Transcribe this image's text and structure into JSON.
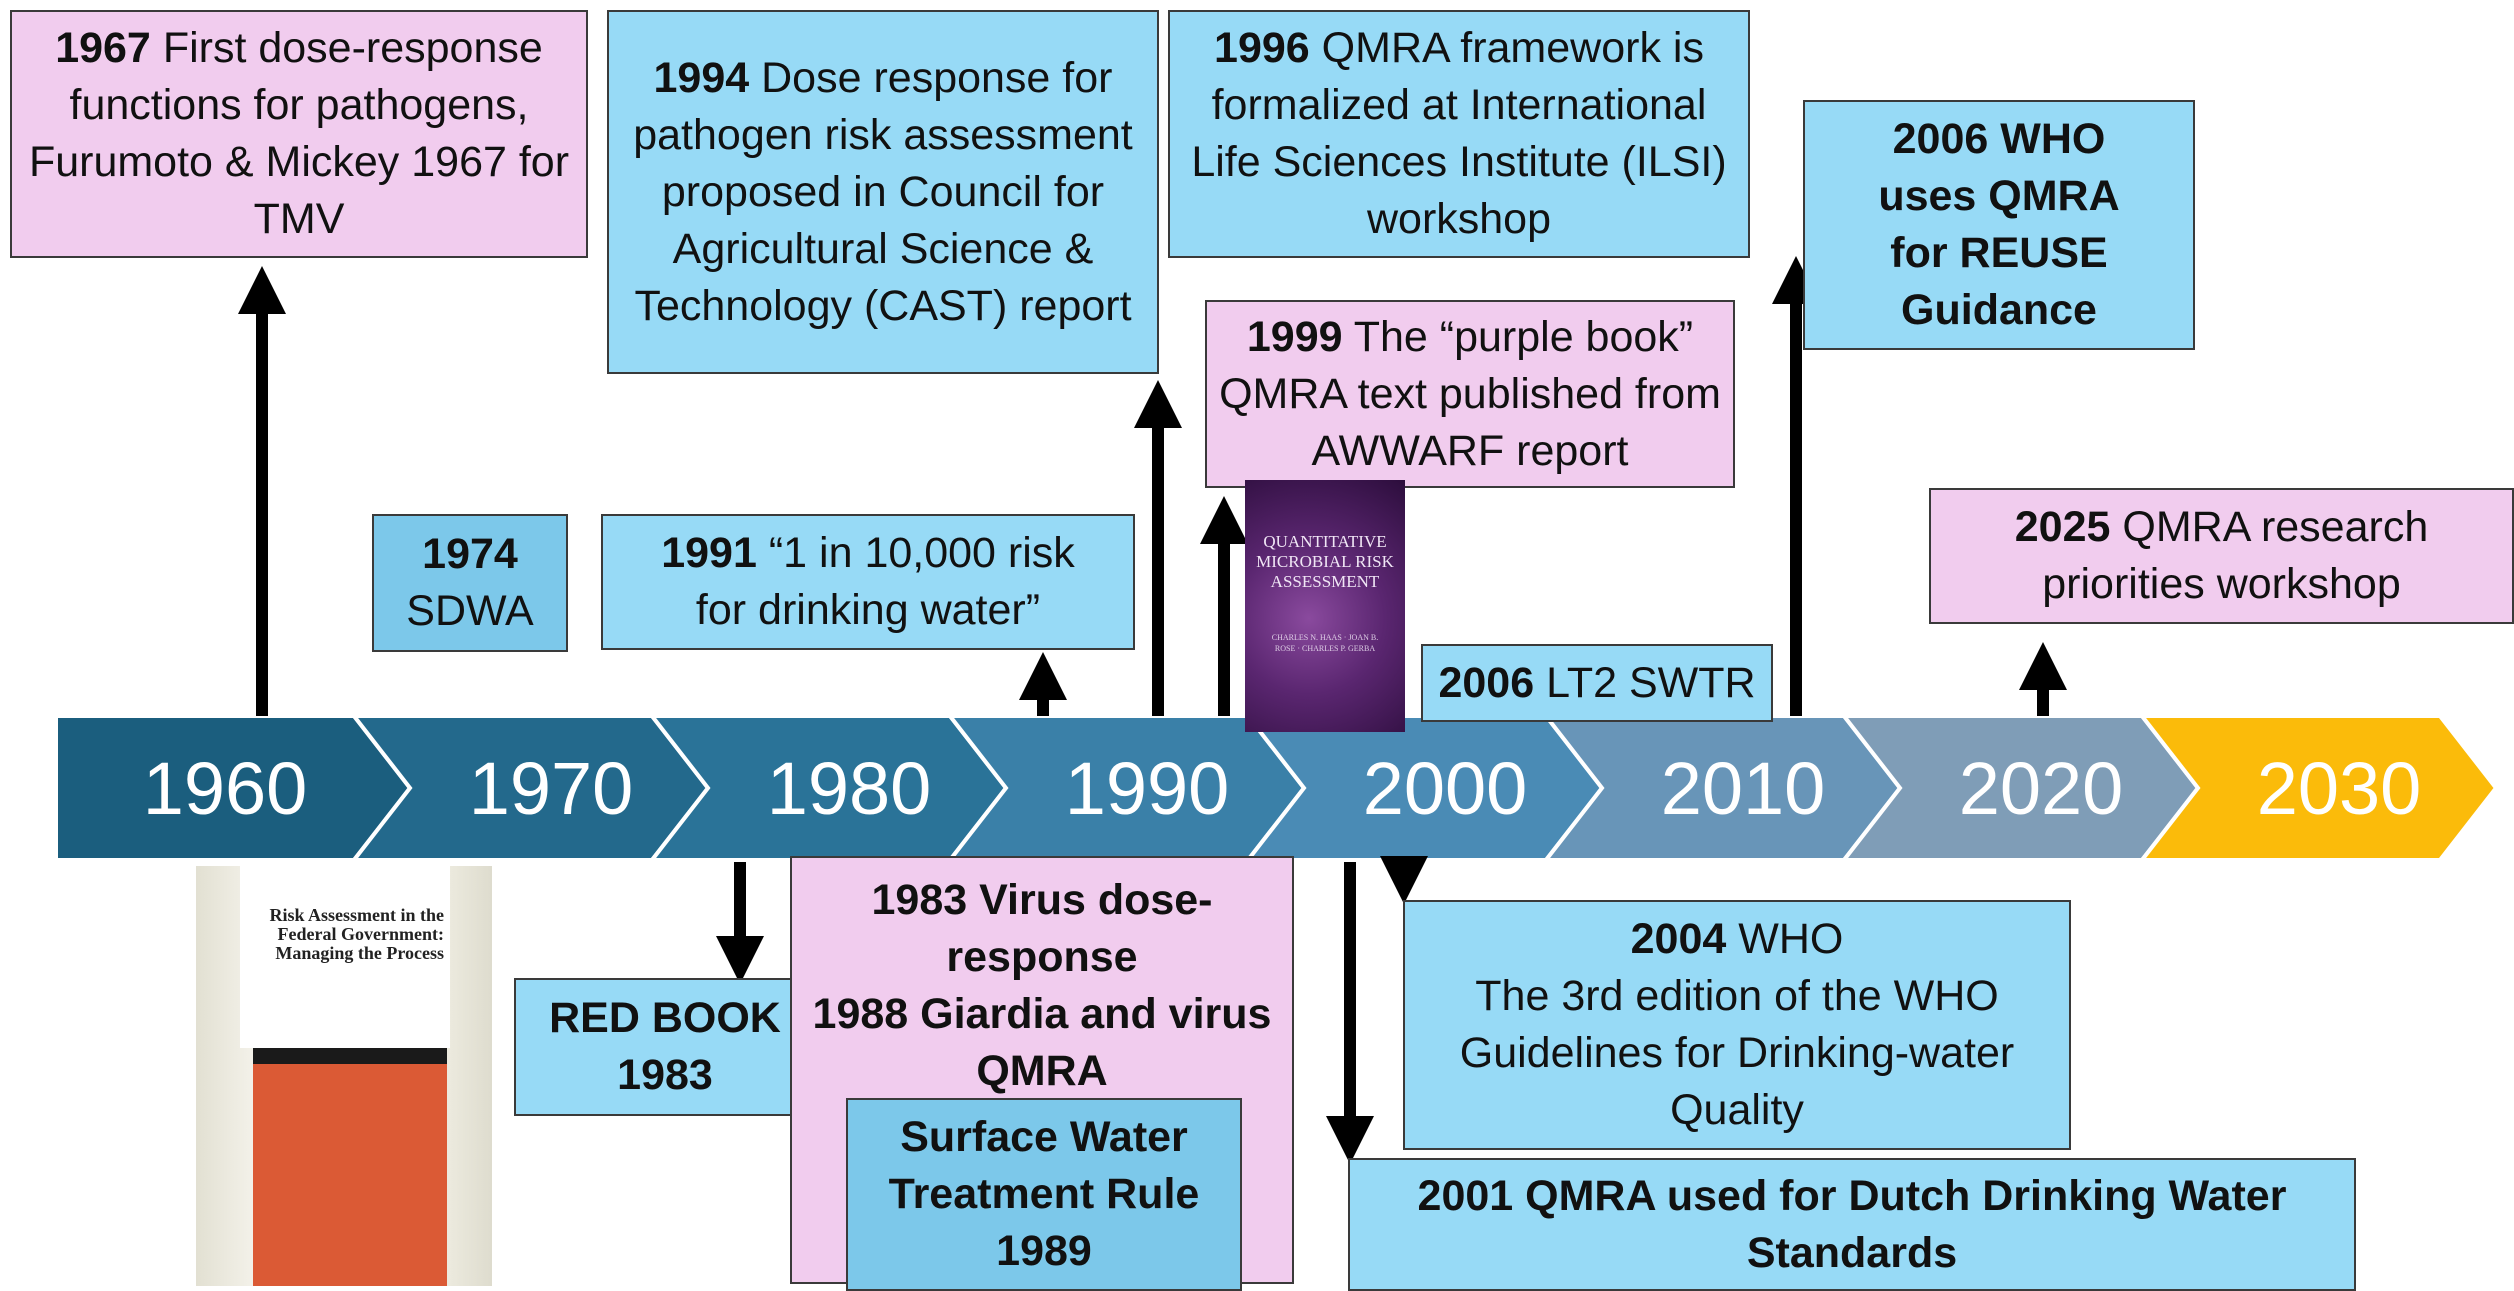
{
  "decades": [
    "1960",
    "1970",
    "1980",
    "1990",
    "2000",
    "2010",
    "2020",
    "2030"
  ],
  "colors": {
    "segments": [
      "#1b5e7e",
      "#23698c",
      "#2a7398",
      "#3a80a8",
      "#4a8bb5",
      "#6895b8",
      "#7f9db7",
      "#fbbb0a"
    ],
    "pink_box": "#f1ccee",
    "blue_box": "#97daf6",
    "blue_box_dark": "#7cc8ea"
  },
  "events": {
    "e1967": {
      "year": "1967",
      "text": "First dose-response functions for pathogens, Furumoto & Mickey 1967 for TMV"
    },
    "e1994": {
      "year": "1994",
      "text": "Dose response for pathogen risk assessment proposed in Council for Agricultural Science & Technology (CAST) report"
    },
    "e1996": {
      "year": "1996",
      "text": "QMRA framework is formalized at International Life Sciences Institute (ILSI) workshop"
    },
    "e2006who": {
      "text": "2006 WHO uses QMRA for REUSE Guidance"
    },
    "e1999": {
      "year": "1999",
      "text": "The “purple book” QMRA text published from AWWARF report"
    },
    "e1974": {
      "year": "1974",
      "text": "SDWA"
    },
    "e1991": {
      "year": "1991",
      "text": "“1 in 10,000 risk for drinking water”"
    },
    "e2006lt2": {
      "year": "2006",
      "text": "LT2 SWTR"
    },
    "e2025": {
      "year": "2025",
      "text": "QMRA research priorities workshop"
    },
    "redbook": {
      "text": "RED BOOK 1983"
    },
    "e1983": {
      "line1": "1983 Virus dose-response",
      "line2": "1988 Giardia  and virus QMRA"
    },
    "swtr": {
      "text": "Surface Water Treatment Rule 1989"
    },
    "e2004": {
      "year": "2004",
      "org": "WHO",
      "text": "The 3rd edition of the WHO Guidelines for Drinking-water Quality"
    },
    "e2001": {
      "text": "2001 QMRA used for Dutch Drinking Water Standards"
    }
  },
  "books": {
    "red_book_cover": {
      "title": "Risk Assessment in the Federal Government: Managing the Process"
    },
    "purple_book_cover": {
      "title": "QUANTITATIVE MICROBIAL RISK ASSESSMENT",
      "authors": "CHARLES N. HAAS · JOAN B. ROSE · CHARLES P. GERBA"
    }
  }
}
